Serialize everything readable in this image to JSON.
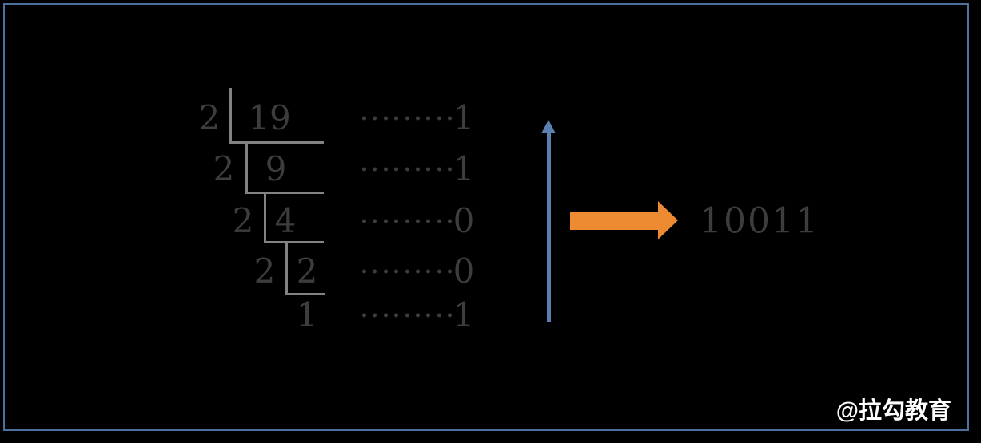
{
  "division": {
    "base": "2",
    "rows": [
      {
        "divisor": "2",
        "dividend": "19",
        "remainder": "1"
      },
      {
        "divisor": "2",
        "dividend": "9",
        "remainder": "1"
      },
      {
        "divisor": "2",
        "dividend": "4",
        "remainder": "0"
      },
      {
        "divisor": "2",
        "dividend": "2",
        "remainder": "0"
      },
      {
        "divisor": "",
        "dividend": "1",
        "remainder": "1"
      }
    ]
  },
  "result": {
    "value": "10011"
  },
  "watermark": {
    "text": "@拉勾教育"
  },
  "icons": {
    "up_arrow": "read-remainders-bottom-to-top",
    "right_arrow": "gives-result"
  },
  "colors": {
    "background": "#000000",
    "frame_blue": "#4f6f9e",
    "digit_gray": "#3d3d3f",
    "line_gray": "#828282",
    "arrow_blue": "#5b7fae",
    "arrow_orange": "#ed8b33",
    "watermark_white": "#ffffff"
  }
}
